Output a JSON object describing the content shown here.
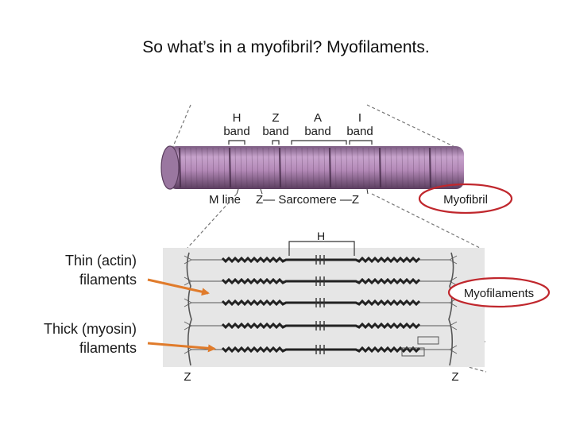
{
  "title": "So what’s in a myofibril? Myofilaments.",
  "labels": {
    "thin": [
      "Thin (actin)",
      "filaments"
    ],
    "thick": [
      "Thick (myosin)",
      "filaments"
    ]
  },
  "myofibril": {
    "bands": [
      {
        "letter": "H",
        "word": "band"
      },
      {
        "letter": "Z",
        "word": "band"
      },
      {
        "letter": "A",
        "word": "band"
      },
      {
        "letter": "I",
        "word": "band"
      }
    ],
    "m_line": "M line",
    "sarcomere": "Z— Sarcomere —Z",
    "callout": "Myofibril"
  },
  "myofilaments": {
    "h_label": "H",
    "z_left": "Z",
    "z_right": "Z",
    "callout": "Myofilaments"
  },
  "colors": {
    "fibril": "#b48ab8",
    "fibril_dark": "#5a3d5e",
    "callout_ring": "#c0272d",
    "arrow": "#e07b2b",
    "panel": "#e6e6e6",
    "filament": "#222222"
  }
}
